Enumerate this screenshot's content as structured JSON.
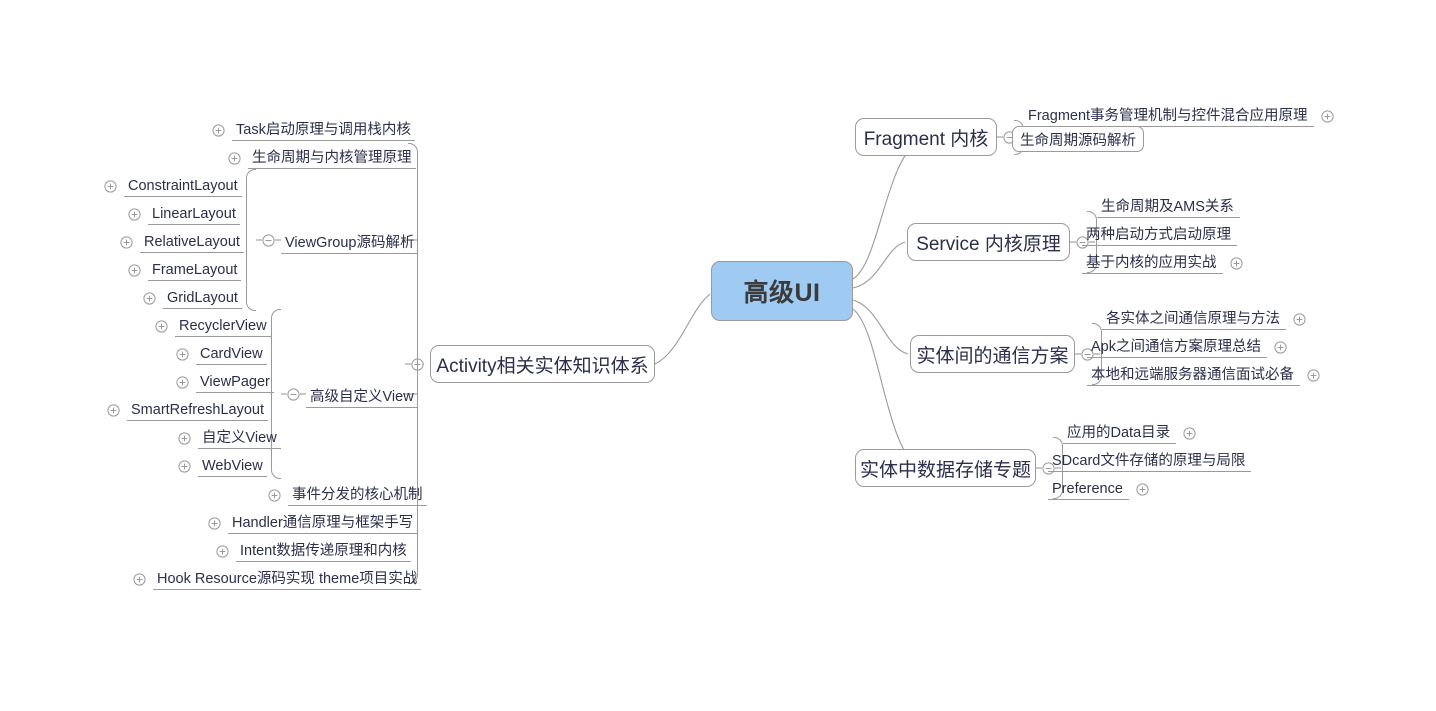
{
  "diagram": {
    "type": "mind-map",
    "title": "高级UI",
    "root": {
      "label": "高级UI",
      "fill": "#9fcbf2",
      "border": "#9a9a9a",
      "text": "#3b3b3b"
    },
    "palette": {
      "line": "#9a9a9a",
      "text": "#2b2f4a",
      "background": "#ffffff"
    },
    "icons": {
      "expand": "plus-circle-icon",
      "collapse": "minus-circle-icon"
    }
  },
  "right_branches": [
    {
      "label": "Fragment 内核",
      "state": "expanded",
      "children": [
        {
          "label": "Fragment事务管理机制与控件混合应用原理",
          "icon": "plus-circle-icon",
          "state": "collapsed",
          "boxed": false
        },
        {
          "label": "生命周期源码解析",
          "icon": "none",
          "state": "leaf",
          "boxed": true
        }
      ]
    },
    {
      "label": "Service 内核原理",
      "state": "expanded",
      "children": [
        {
          "label": "生命周期及AMS关系",
          "icon": "none",
          "state": "leaf",
          "boxed": false
        },
        {
          "label": "两种启动方式启动原理",
          "icon": "none",
          "state": "leaf",
          "boxed": false
        },
        {
          "label": "基于内核的应用实战",
          "icon": "plus-circle-icon",
          "state": "collapsed",
          "boxed": false
        }
      ]
    },
    {
      "label": "实体间的通信方案",
      "state": "expanded",
      "children": [
        {
          "label": "各实体之间通信原理与方法",
          "icon": "plus-circle-icon",
          "state": "collapsed",
          "boxed": false
        },
        {
          "label": "Apk之间通信方案原理总结",
          "icon": "plus-circle-icon",
          "state": "collapsed",
          "boxed": false
        },
        {
          "label": "本地和远端服务器通信面试必备",
          "icon": "plus-circle-icon",
          "state": "collapsed",
          "boxed": false
        }
      ]
    },
    {
      "label": "实体中数据存储专题",
      "state": "expanded",
      "children": [
        {
          "label": "应用的Data目录",
          "icon": "plus-circle-icon",
          "state": "collapsed",
          "boxed": false
        },
        {
          "label": "SDcard文件存储的原理与局限",
          "icon": "none",
          "state": "leaf",
          "boxed": false
        },
        {
          "label": "Preference",
          "icon": "plus-circle-icon",
          "state": "collapsed",
          "boxed": false
        }
      ]
    }
  ],
  "left_branch": {
    "label": "Activity相关实体知识体系",
    "state": "expanded",
    "children": [
      {
        "label": "Task启动原理与调用栈内核",
        "icon": "plus-circle-icon",
        "state": "collapsed"
      },
      {
        "label": "生命周期与内核管理原理",
        "icon": "plus-circle-icon",
        "state": "collapsed"
      },
      {
        "label": "ViewGroup源码解析",
        "icon": "minus-circle-icon",
        "state": "expanded",
        "children": [
          {
            "label": "ConstraintLayout",
            "icon": "plus-circle-icon",
            "state": "collapsed"
          },
          {
            "label": "LinearLayout",
            "icon": "plus-circle-icon",
            "state": "collapsed"
          },
          {
            "label": "RelativeLayout",
            "icon": "plus-circle-icon",
            "state": "collapsed"
          },
          {
            "label": "FrameLayout",
            "icon": "plus-circle-icon",
            "state": "collapsed"
          },
          {
            "label": "GridLayout",
            "icon": "plus-circle-icon",
            "state": "collapsed"
          }
        ]
      },
      {
        "label": "高级自定义View",
        "icon": "minus-circle-icon",
        "state": "expanded",
        "children": [
          {
            "label": "RecyclerView",
            "icon": "plus-circle-icon",
            "state": "collapsed"
          },
          {
            "label": "CardView",
            "icon": "plus-circle-icon",
            "state": "collapsed"
          },
          {
            "label": "ViewPager",
            "icon": "plus-circle-icon",
            "state": "collapsed"
          },
          {
            "label": "SmartRefreshLayout",
            "icon": "plus-circle-icon",
            "state": "collapsed"
          },
          {
            "label": "自定义View",
            "icon": "plus-circle-icon",
            "state": "collapsed"
          },
          {
            "label": "WebView",
            "icon": "plus-circle-icon",
            "state": "collapsed"
          }
        ]
      },
      {
        "label": "事件分发的核心机制",
        "icon": "plus-circle-icon",
        "state": "collapsed"
      },
      {
        "label": "Handler通信原理与框架手写",
        "icon": "plus-circle-icon",
        "state": "collapsed"
      },
      {
        "label": "Intent数据传递原理和内核",
        "icon": "plus-circle-icon",
        "state": "collapsed"
      },
      {
        "label": "Hook Resource源码实现 theme项目实战",
        "icon": "plus-circle-icon",
        "state": "collapsed"
      }
    ]
  }
}
